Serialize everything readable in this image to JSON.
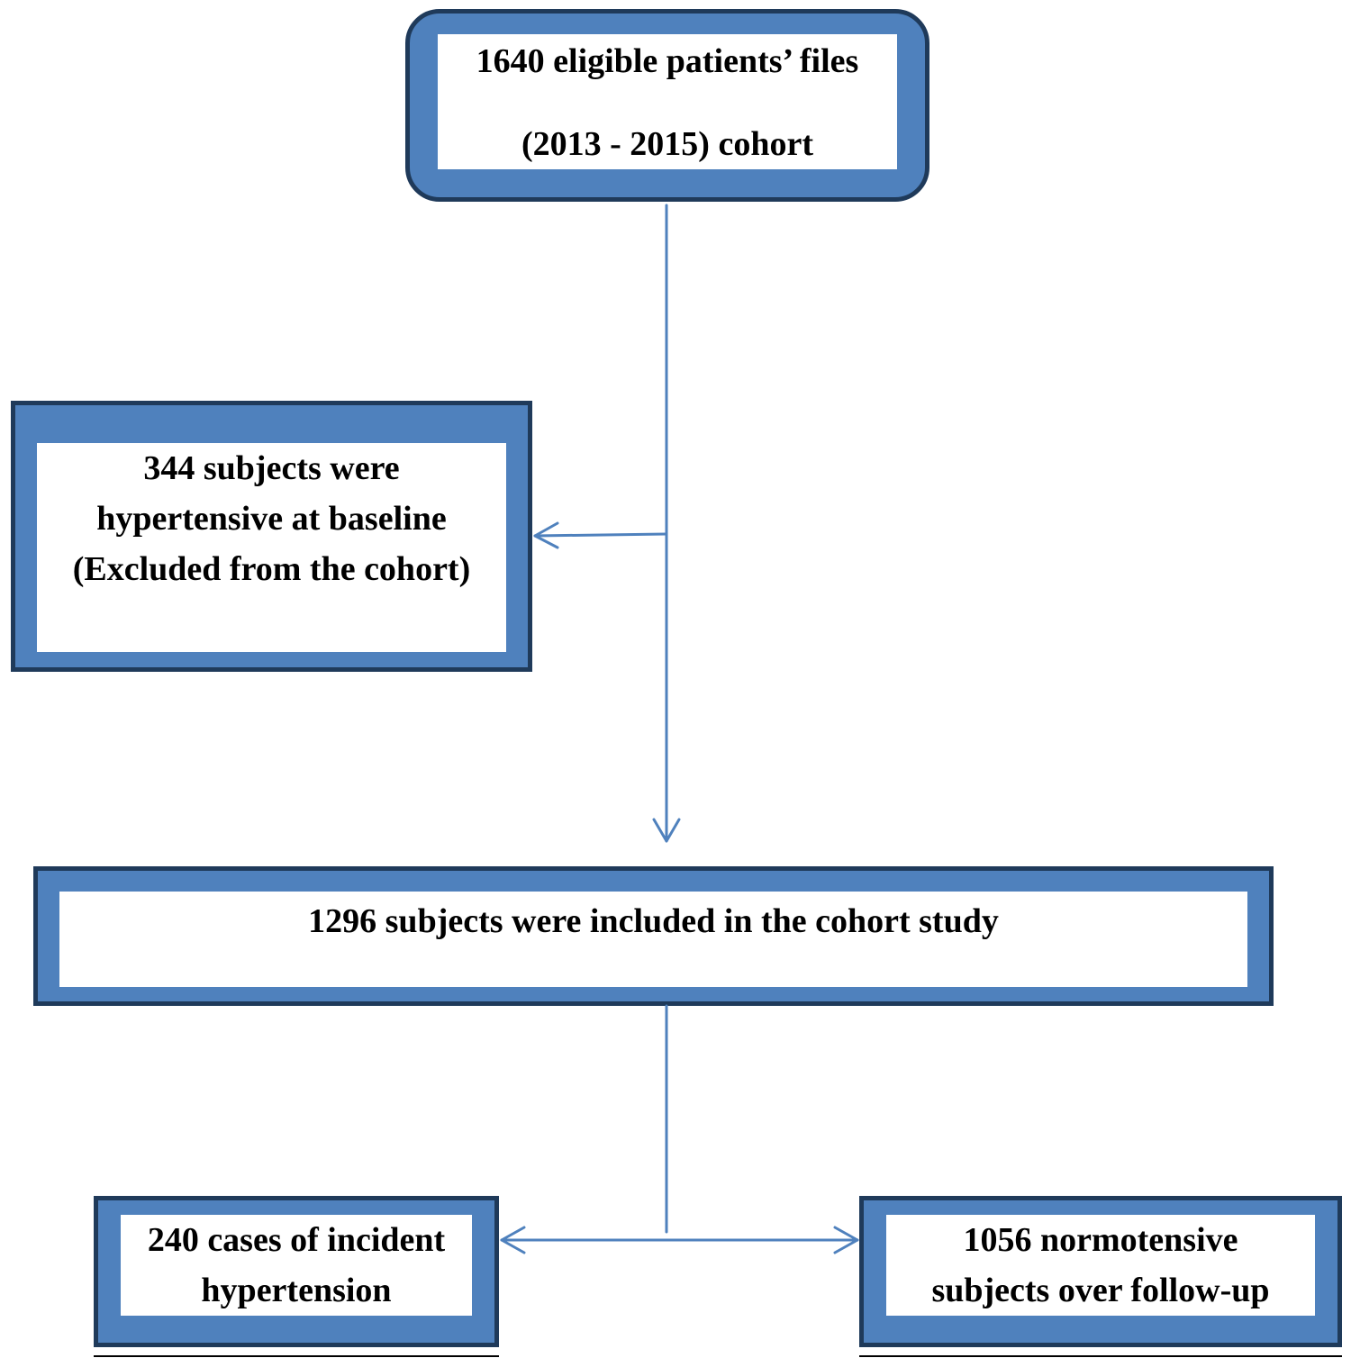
{
  "nodes": {
    "eligible": {
      "lines": [
        "1640 eligible patients’ files",
        "(2013 - 2015) cohort"
      ]
    },
    "excluded": {
      "lines": [
        "344 subjects were",
        "hypertensive at baseline",
        "(Excluded from the cohort)"
      ]
    },
    "included": {
      "lines": [
        "1296 subjects were included in the cohort study"
      ]
    },
    "incident": {
      "lines": [
        "240 cases of incident",
        "hypertension"
      ]
    },
    "normotensive": {
      "lines": [
        "1056 normotensive",
        "subjects over follow-up"
      ]
    }
  },
  "colors": {
    "box_fill": "#4f81bd",
    "box_border": "#1f3a5a",
    "connector": "#4f81bd"
  }
}
